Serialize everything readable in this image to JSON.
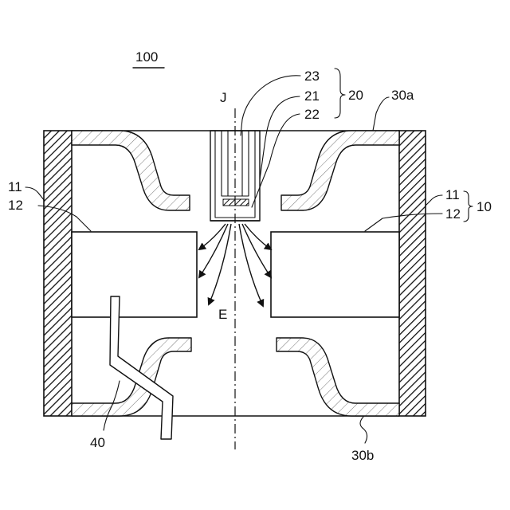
{
  "figure_number": "100",
  "labels": {
    "axis": "J",
    "flow": "E",
    "l23": "23",
    "l21": "21",
    "l22": "22",
    "l20": "20",
    "l30a": "30a",
    "l30b": "30b",
    "l11_left": "11",
    "l12_left": "12",
    "l11_right": "11",
    "l12_right": "12",
    "l10": "10",
    "l40": "40"
  },
  "colors": {
    "line": "#111111",
    "background": "#ffffff"
  }
}
